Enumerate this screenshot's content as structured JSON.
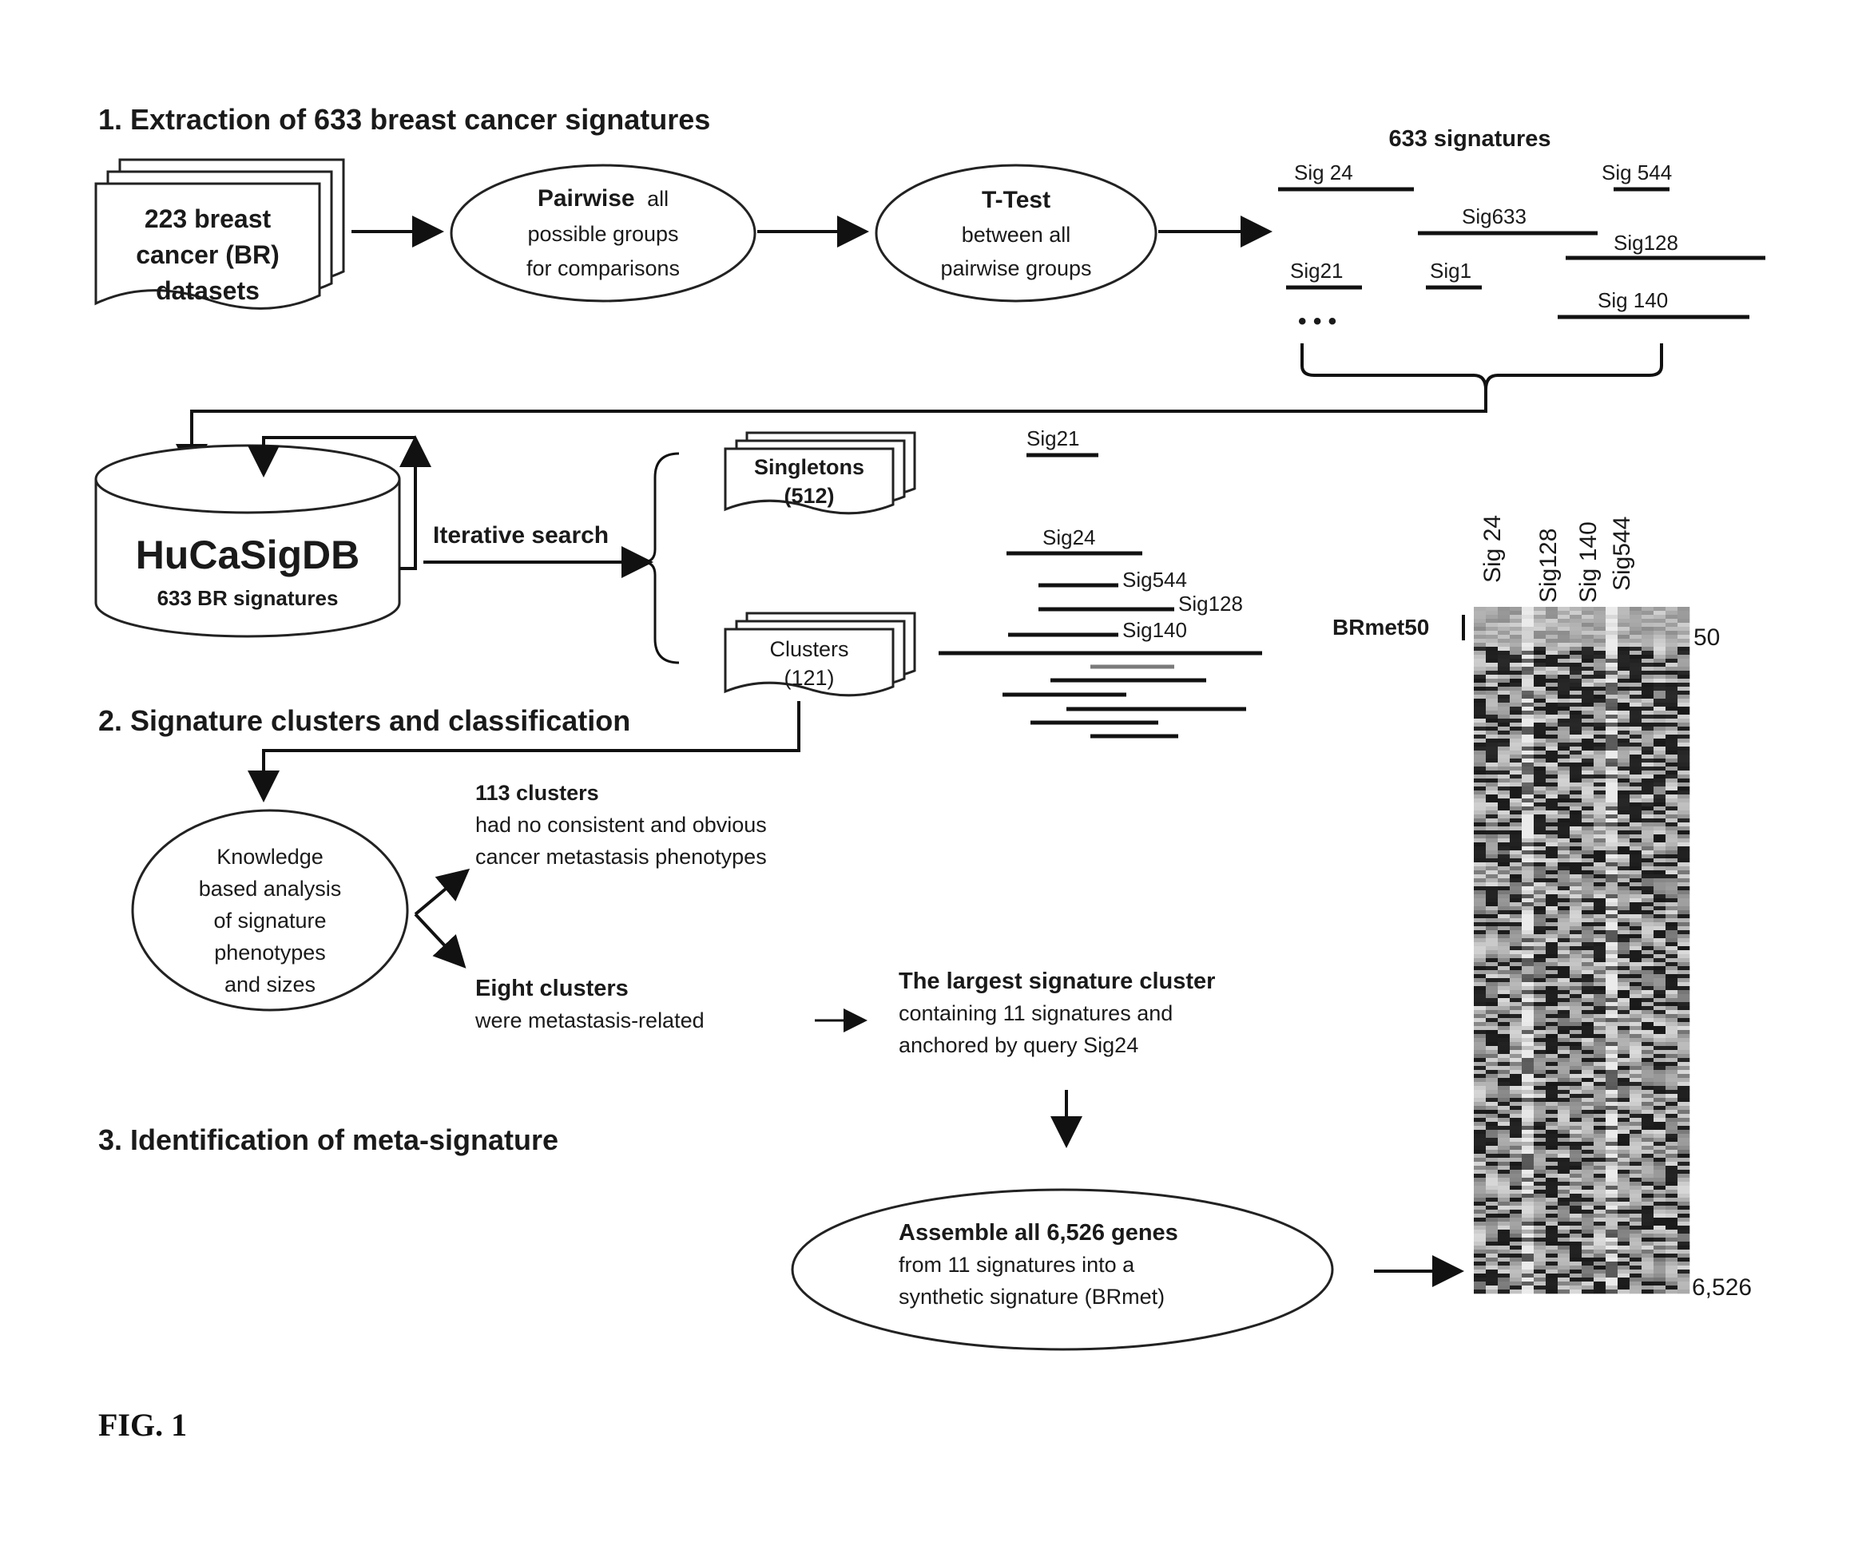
{
  "figure_label": "FIG. 1",
  "sections": {
    "s1": "1. Extraction of 633 breast cancer signatures",
    "s2": "2. Signature clusters and classification",
    "s3": "3. Identification of meta-signature"
  },
  "datasets": {
    "line1": "223 breast",
    "line2": "cancer (BR)",
    "line3": "datasets"
  },
  "pairwise": {
    "title": "Pairwise",
    "line1_rest": "all",
    "line2": "possible groups",
    "line3": "for comparisons"
  },
  "ttest": {
    "title": "T-Test",
    "line2": "between all",
    "line3": "pairwise groups"
  },
  "sigs633": {
    "title": "633 signatures",
    "labels": [
      "Sig 24",
      "Sig 544",
      "Sig633",
      "Sig128",
      "Sig21",
      "Sig1",
      "Sig 140"
    ],
    "ellipsis": "• • •"
  },
  "database": {
    "name": "HuCaSigDB",
    "subtitle": "633 BR signatures"
  },
  "search_label": "Iterative search",
  "singletons": {
    "label": "Singletons",
    "count": "(512)",
    "example": "Sig21"
  },
  "clusters": {
    "label": "Clusters",
    "count": "(121)",
    "labels": [
      "Sig24",
      "Sig544",
      "Sig128",
      "Sig140"
    ]
  },
  "knowledge": {
    "lines": [
      "Knowledge",
      "based analysis",
      "of signature",
      "phenotypes",
      "and sizes"
    ]
  },
  "outcome_113": {
    "title": "113 clusters",
    "line1": "had no consistent  and obvious",
    "line2": "cancer metastasis  phenotypes"
  },
  "outcome_eight": {
    "title": "Eight clusters",
    "line1": "were metastasis-related"
  },
  "largest": {
    "title": "The largest signature cluster",
    "line1": "containing 11 signatures and",
    "line2": "anchored by query Sig24"
  },
  "assemble": {
    "title": "Assemble all 6,526 genes",
    "line1": "from 11 signatures into a",
    "line2": "synthetic signature (BRmet)"
  },
  "heatmap": {
    "columns": [
      "Sig 24",
      "Sig128",
      "Sig 140",
      "Sig544"
    ],
    "row_label": "BRmet50",
    "top_mark": "50",
    "bottom_mark": "6,526"
  },
  "colors": {
    "line": "#111111",
    "heatmap_dark": "#1e1e1e",
    "heatmap_light": "#c8c8c8"
  }
}
